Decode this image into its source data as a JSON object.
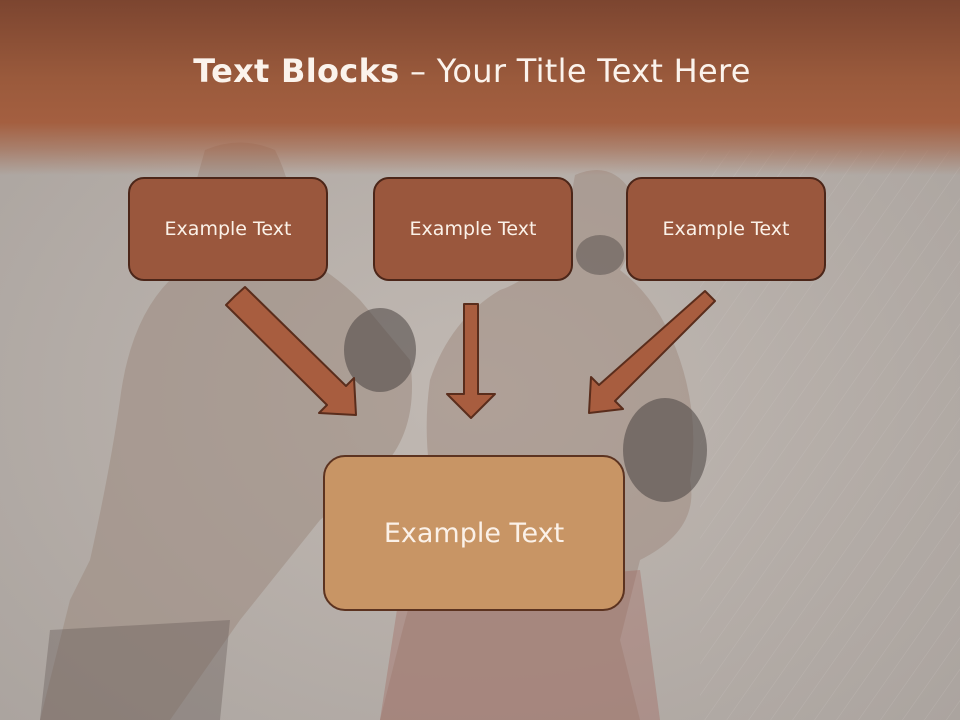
{
  "title": {
    "bold": "Text Blocks",
    "rest": " – Your Title Text Here"
  },
  "boxes": {
    "left": "Example Text",
    "middle": "Example Text",
    "right": "Example Text",
    "bottom": "Example Text"
  },
  "colors": {
    "header": "#9a5a3c",
    "box_fill": "#9a573d",
    "box_border": "#4c2619",
    "bottom_box_fill": "#c89565",
    "arrow_fill": "#a85d3f",
    "arrow_stroke": "#5a2d1c"
  }
}
